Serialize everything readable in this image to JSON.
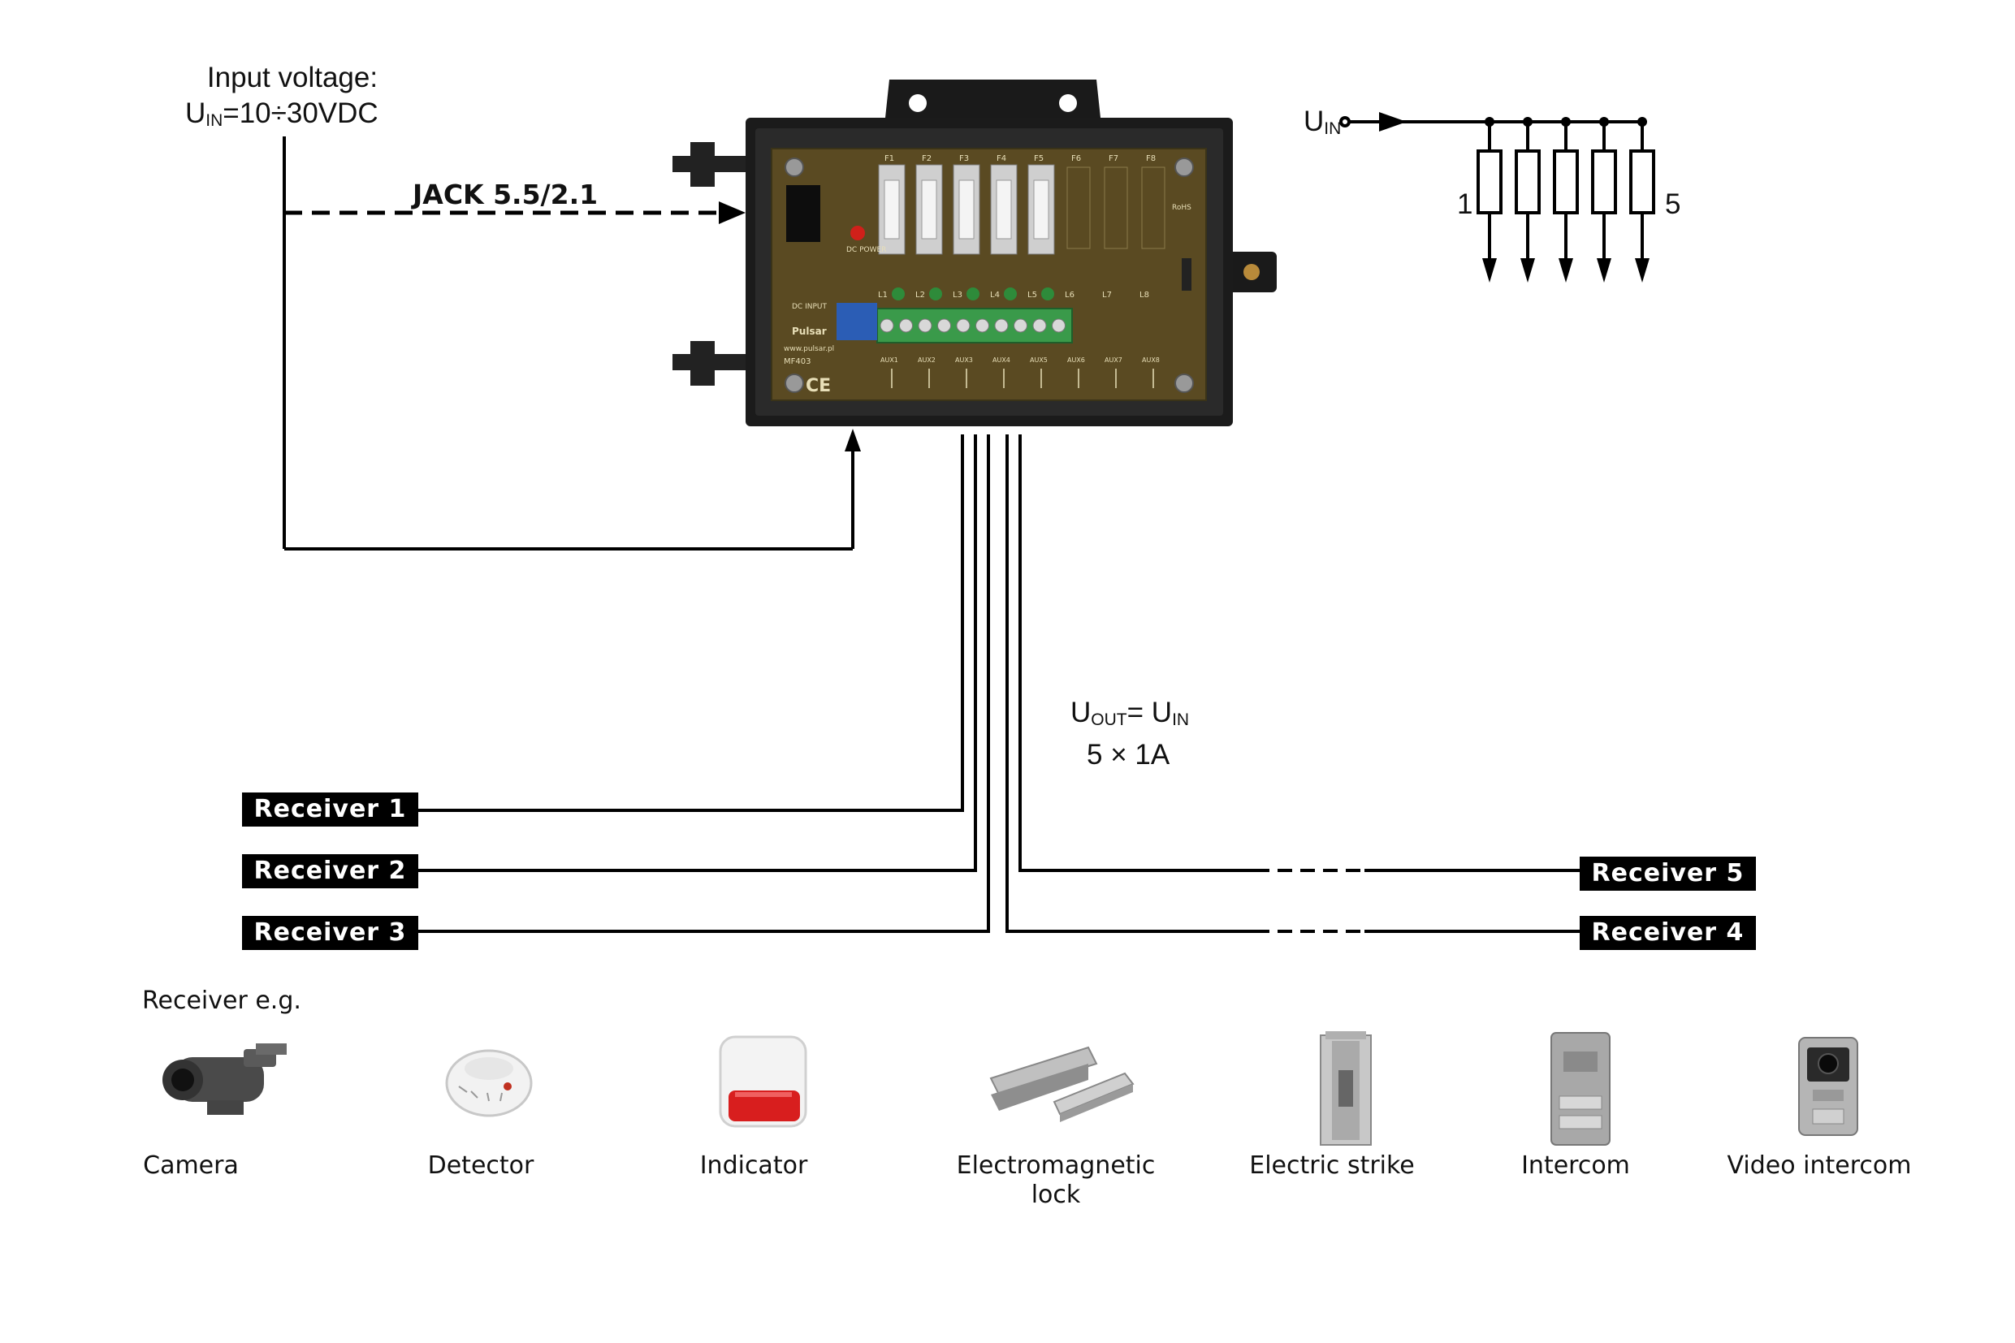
{
  "input": {
    "title": "Input voltage:",
    "u": "U",
    "u_sub": "IN",
    "range": "=10÷30VDC"
  },
  "jack_label": "JACK 5.5/2.1",
  "schematic": {
    "u": "U",
    "u_sub": "IN",
    "first_num": "1",
    "last_num": "5"
  },
  "output": {
    "u_out": "U",
    "u_out_sub": "OUT",
    "eq": "= U",
    "u_in_sub": "IN",
    "rating": "5 × 1A"
  },
  "board": {
    "fuses": [
      "F1",
      "F2",
      "F3",
      "F4",
      "F5",
      "F6",
      "F7",
      "F8"
    ],
    "leds": [
      "L1",
      "L2",
      "L3",
      "L4",
      "L5",
      "L6",
      "L7",
      "L8"
    ],
    "aux": [
      "AUX1",
      "AUX2",
      "AUX3",
      "AUX4",
      "AUX5",
      "AUX6",
      "AUX7",
      "AUX8"
    ],
    "brand": "Pulsar",
    "url": "www.pulsar.pl",
    "model": "MF403",
    "dc_input": "DC INPUT",
    "dc_power": "DC POWER",
    "rohs": "RoHS",
    "ce": "CE",
    "colors": {
      "pcb": "#5a4a22",
      "enclosure": "#1b1b1b",
      "terminal": "#3a9a4a",
      "led": "#2e8b3a",
      "power_led": "#d0201a"
    }
  },
  "receivers": [
    "Receiver 1",
    "Receiver 2",
    "Receiver 3",
    "Receiver 4",
    "Receiver 5"
  ],
  "receiver_eg": "Receiver e.g.",
  "devices": [
    {
      "name": "Camera",
      "icon": "camera-icon"
    },
    {
      "name": "Detector",
      "icon": "detector-icon"
    },
    {
      "name": "Indicator",
      "icon": "indicator-icon"
    },
    {
      "name": "Electromagnetic\nlock",
      "icon": "electromagnetic-lock-icon"
    },
    {
      "name": "Electric strike",
      "icon": "electric-strike-icon"
    },
    {
      "name": "Intercom",
      "icon": "intercom-icon"
    },
    {
      "name": "Video intercom",
      "icon": "video-intercom-icon"
    }
  ]
}
